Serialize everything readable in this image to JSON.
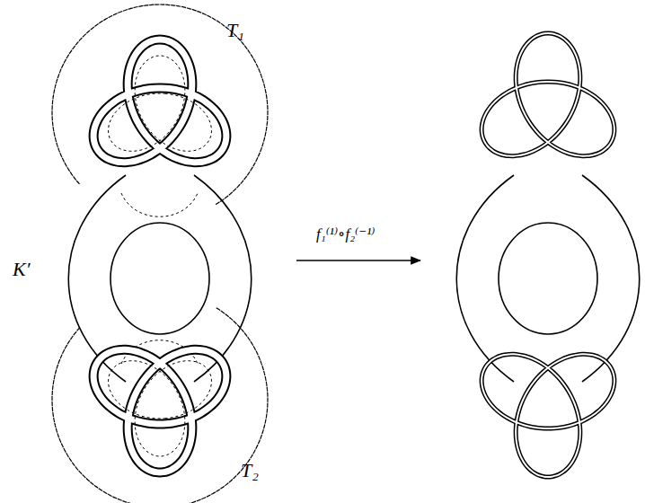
{
  "diagram": {
    "labels": [
      "T₁",
      "K′",
      "f₁⁽¹⁾∘f₂⁽⁻¹⁾",
      "T₂"
    ]
  }
}
